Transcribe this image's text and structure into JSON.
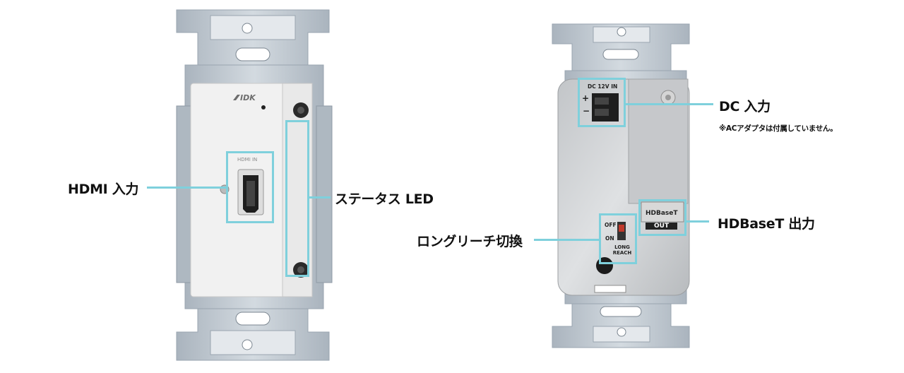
{
  "labels": {
    "hdmi_in": "HDMI 入力",
    "status_led": "ステータス LED",
    "long_reach_switch": "ロングリーチ切換",
    "dc_in": "DC 入力",
    "dc_note": "※ACアダプタは付属していません。",
    "hdbaset_out": "HDBaseT 出力"
  },
  "device_text": {
    "brand": "IDK",
    "hdmi_port": "HDMI IN",
    "dc_port": "DC 12V IN",
    "plus": "+",
    "minus": "−",
    "off": "OFF",
    "on": "ON",
    "long_reach": "LONG REACH",
    "hdbaset": "HDBaseT",
    "out": "OUT"
  },
  "colors": {
    "highlight": "#7fd0dc",
    "plate": "#c5ced6",
    "front_face": "#f1f1f1",
    "back_face": "#cfd1d3"
  }
}
